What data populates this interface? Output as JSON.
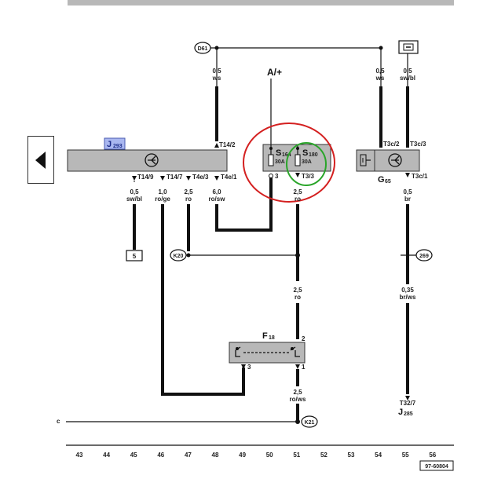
{
  "nav": {
    "prev_icon": "arrow-left-icon"
  },
  "components": {
    "j293": {
      "label": "J293",
      "prefix": "J",
      "sub": "293"
    },
    "g65": {
      "prefix": "G",
      "sub": "65"
    },
    "j285": {
      "prefix": "J",
      "sub": "285",
      "pin": "T32/7"
    },
    "f18": {
      "prefix": "F",
      "sub": "18",
      "pin_left": "3",
      "pin_top": "2",
      "pin_bottom": "1"
    },
    "fuse_box": {
      "s164": {
        "prefix": "S",
        "sub": "164",
        "rating": "30A"
      },
      "s180": {
        "prefix": "S",
        "sub": "180",
        "rating": "30A"
      },
      "pin_3": "3",
      "pin_t3": "T3/3"
    },
    "supply": "A/+"
  },
  "connectors": {
    "d61": "D61",
    "k20": "K20",
    "k21": "K21",
    "c269": "269",
    "ground5": "5"
  },
  "wires": {
    "w_d61": {
      "size": "0,5",
      "color": "ws",
      "pin": "T14/2"
    },
    "w_right_top": {
      "size": "0,5",
      "color": "ws",
      "pin": "T3c/2"
    },
    "w_far_right_top": {
      "size": "0,5",
      "color": "sw/bl",
      "pin": "T3c/3"
    },
    "w_g65_down": {
      "pin": "T3c/1",
      "size": "0,5",
      "color": "br"
    },
    "w_t149": {
      "pin": "T14/9",
      "size": "0,5",
      "color": "sw/bl"
    },
    "w_t147": {
      "pin": "T14/7",
      "size": "1,0",
      "color": "ro/ge"
    },
    "w_t4e3": {
      "pin": "T4e/3",
      "size": "2,5",
      "color": "ro"
    },
    "w_t4e1": {
      "pin": "T4e/1",
      "size": "6,0",
      "color": "ro/sw"
    },
    "w_fuse_out": {
      "size": "2,5",
      "color": "ro"
    },
    "w_mid": {
      "size": "2,5",
      "color": "ro"
    },
    "w_j285": {
      "size": "0,35",
      "color": "br/ws"
    },
    "w_bottom": {
      "size": "2,5",
      "color": "ro/ws"
    }
  },
  "bottom_left_mark": "c",
  "grid_numbers": [
    "43",
    "44",
    "45",
    "46",
    "47",
    "48",
    "49",
    "50",
    "51",
    "52",
    "53",
    "54",
    "55",
    "56"
  ],
  "figure_id": "97-60804",
  "colors": {
    "box_fill": "#b8b8b8",
    "wire": "#111111",
    "red_circle": "#d42020",
    "green_circle": "#2aa52a",
    "j293_badge": "#a9b7f0"
  }
}
